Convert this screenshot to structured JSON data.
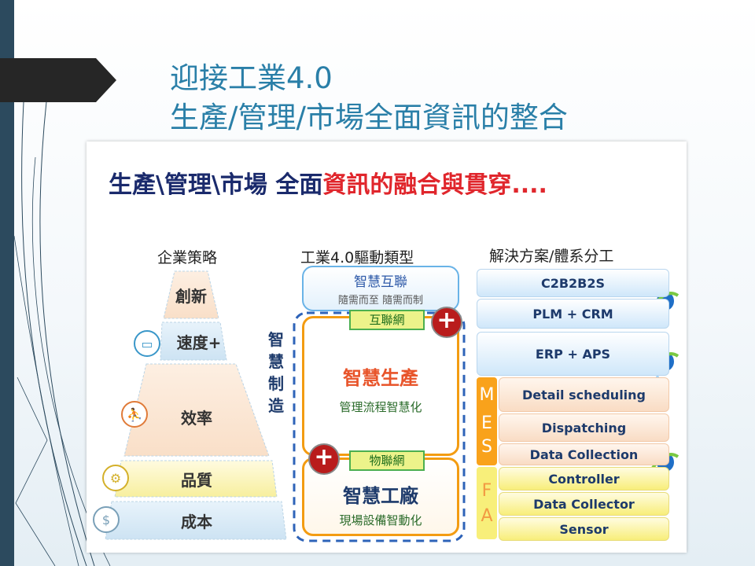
{
  "slide": {
    "title_line1": "迎接工業4.0",
    "title_line2": "生產/管理/市場全面資訊的整合"
  },
  "figure": {
    "headline_blue": "生產\\管理\\市場 全面",
    "headline_red": "資訊的融合與貫穿....",
    "strategy": {
      "heading": "企業策略",
      "levels": [
        "創新",
        "速度+",
        "效率",
        "品質",
        "成本"
      ],
      "icons": [
        "monitor-icon",
        "runner-icon",
        "gears-icon",
        "money-icon"
      ]
    },
    "drivers": {
      "heading": "工業4.0驅動類型",
      "smart_interconnect": {
        "title": "智慧互聯",
        "subtitle": "隨需而至 隨需而制"
      },
      "vertical_label": [
        "智",
        "慧",
        "制",
        "造"
      ],
      "internet_tag": "互聯網",
      "smart_production": {
        "title": "智慧生產",
        "subtitle": "管理流程智慧化"
      },
      "iot_tag": "物聯網",
      "smart_factory": {
        "title": "智慧工廠",
        "subtitle": "現場設備智動化"
      },
      "plus": "+"
    },
    "solutions": {
      "heading": "解決方案/體系分工",
      "top": [
        "C2B2B2S",
        "PLM + CRM",
        "ERP + APS"
      ],
      "mes_letters": [
        "M",
        "E",
        "S"
      ],
      "mes": [
        "Detail scheduling",
        "Dispatching",
        "Data Collection"
      ],
      "fa_letters": [
        "F",
        "A"
      ],
      "fa": [
        "Controller",
        "Data Collector",
        "Sensor"
      ]
    },
    "colors": {
      "title": "#2a7fa8",
      "headline_blue": "#1a2a6c",
      "headline_red": "#e0262c",
      "orange": "#f39c12",
      "green_tag": "#ecf38a",
      "plus_red": "#b91c1c"
    }
  }
}
